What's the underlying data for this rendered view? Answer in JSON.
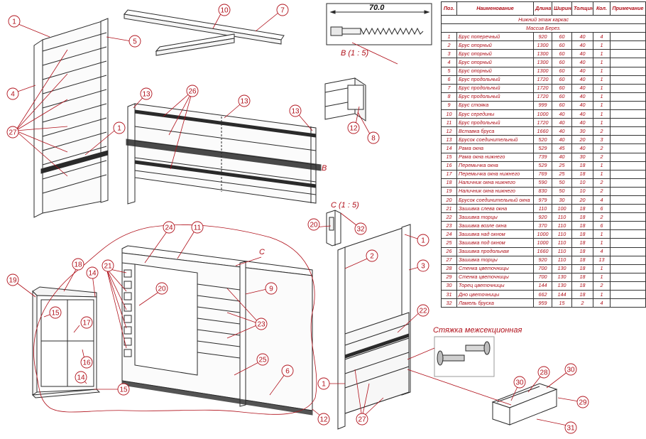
{
  "table": {
    "headers": {
      "pos": "Поз.",
      "name": "Наименование",
      "length": "Длина",
      "width": "Ширина",
      "thickness": "Толщина",
      "qty": "Кол.",
      "note": "Примечание"
    },
    "section_title": "Нижний этаж каркас",
    "material": "Массив Берез.",
    "rows": [
      {
        "pos": "1",
        "name": "Брус поперечный",
        "length": "920",
        "width": "60",
        "thickness": "40",
        "qty": "4"
      },
      {
        "pos": "2",
        "name": "Брус опорный",
        "length": "1300",
        "width": "60",
        "thickness": "40",
        "qty": "1"
      },
      {
        "pos": "3",
        "name": "Брус опорный",
        "length": "1300",
        "width": "60",
        "thickness": "40",
        "qty": "1"
      },
      {
        "pos": "4",
        "name": "Брус опорный",
        "length": "1300",
        "width": "60",
        "thickness": "40",
        "qty": "1"
      },
      {
        "pos": "5",
        "name": "Брус опорный",
        "length": "1300",
        "width": "60",
        "thickness": "40",
        "qty": "1"
      },
      {
        "pos": "6",
        "name": "Брус продольный",
        "length": "1720",
        "width": "60",
        "thickness": "40",
        "qty": "1"
      },
      {
        "pos": "7",
        "name": "Брус продольный",
        "length": "1720",
        "width": "60",
        "thickness": "40",
        "qty": "1"
      },
      {
        "pos": "8",
        "name": "Брус продольный",
        "length": "1720",
        "width": "60",
        "thickness": "40",
        "qty": "1"
      },
      {
        "pos": "9",
        "name": "Брус стояка",
        "length": "999",
        "width": "60",
        "thickness": "40",
        "qty": "1"
      },
      {
        "pos": "10",
        "name": "Брус середины",
        "length": "1000",
        "width": "40",
        "thickness": "40",
        "qty": "1"
      },
      {
        "pos": "11",
        "name": "Брус продольный",
        "length": "1720",
        "width": "40",
        "thickness": "40",
        "qty": "1"
      },
      {
        "pos": "12",
        "name": "Вставка бруса",
        "length": "1660",
        "width": "40",
        "thickness": "30",
        "qty": "2"
      },
      {
        "pos": "13",
        "name": "Брусок соединительный",
        "length": "520",
        "width": "40",
        "thickness": "20",
        "qty": "3"
      },
      {
        "pos": "14",
        "name": "Рама окна",
        "length": "529",
        "width": "45",
        "thickness": "40",
        "qty": "2"
      },
      {
        "pos": "15",
        "name": "Рама окна нижнего",
        "length": "739",
        "width": "40",
        "thickness": "30",
        "qty": "2"
      },
      {
        "pos": "16",
        "name": "Перемычка окна",
        "length": "529",
        "width": "25",
        "thickness": "18",
        "qty": "1"
      },
      {
        "pos": "17",
        "name": "Перемычка окна нижнего",
        "length": "769",
        "width": "25",
        "thickness": "18",
        "qty": "1"
      },
      {
        "pos": "18",
        "name": "Наличник окна нижнего",
        "length": "590",
        "width": "50",
        "thickness": "10",
        "qty": "2"
      },
      {
        "pos": "19",
        "name": "Наличник окна нижнего",
        "length": "830",
        "width": "50",
        "thickness": "10",
        "qty": "2"
      },
      {
        "pos": "20",
        "name": "Брусок соединительный окна",
        "length": "979",
        "width": "30",
        "thickness": "20",
        "qty": "4"
      },
      {
        "pos": "21",
        "name": "Зашивка слева окна",
        "length": "110",
        "width": "100",
        "thickness": "18",
        "qty": "6"
      },
      {
        "pos": "22",
        "name": "Зашивка торцы",
        "length": "920",
        "width": "110",
        "thickness": "18",
        "qty": "2"
      },
      {
        "pos": "23",
        "name": "Зашивка возле окна",
        "length": "370",
        "width": "110",
        "thickness": "18",
        "qty": "6"
      },
      {
        "pos": "24",
        "name": "Зашивка над окном",
        "length": "1000",
        "width": "110",
        "thickness": "18",
        "qty": "1"
      },
      {
        "pos": "25",
        "name": "Зашивка под окном",
        "length": "1000",
        "width": "110",
        "thickness": "18",
        "qty": "1"
      },
      {
        "pos": "26",
        "name": "Зашивка продольная",
        "length": "1660",
        "width": "110",
        "thickness": "18",
        "qty": "4"
      },
      {
        "pos": "27",
        "name": "Зашивка торцы",
        "length": "920",
        "width": "110",
        "thickness": "18",
        "qty": "13"
      },
      {
        "pos": "28",
        "name": "Стенка цветочницы",
        "length": "700",
        "width": "130",
        "thickness": "18",
        "qty": "1"
      },
      {
        "pos": "29",
        "name": "Стенка цветочницы",
        "length": "700",
        "width": "130",
        "thickness": "18",
        "qty": "1"
      },
      {
        "pos": "30",
        "name": "Торец цветочницы",
        "length": "144",
        "width": "130",
        "thickness": "18",
        "qty": "2"
      },
      {
        "pos": "31",
        "name": "Дно цветочницы",
        "length": "662",
        "width": "144",
        "thickness": "18",
        "qty": "1"
      },
      {
        "pos": "32",
        "name": "Ламель бруска",
        "length": "959",
        "width": "15",
        "thickness": "2",
        "qty": "4"
      }
    ]
  },
  "labels": {
    "screw_dimension": "70.0",
    "view_b": "B (1 : 5)",
    "view_c": "C (1 : 5)",
    "marker_b": "B",
    "marker_c": "C",
    "coupling_title": "Стяжка межсекционная"
  },
  "colors": {
    "callout": "#b0101a",
    "line": "#2a2a2a",
    "boundary": "#b0101a"
  }
}
